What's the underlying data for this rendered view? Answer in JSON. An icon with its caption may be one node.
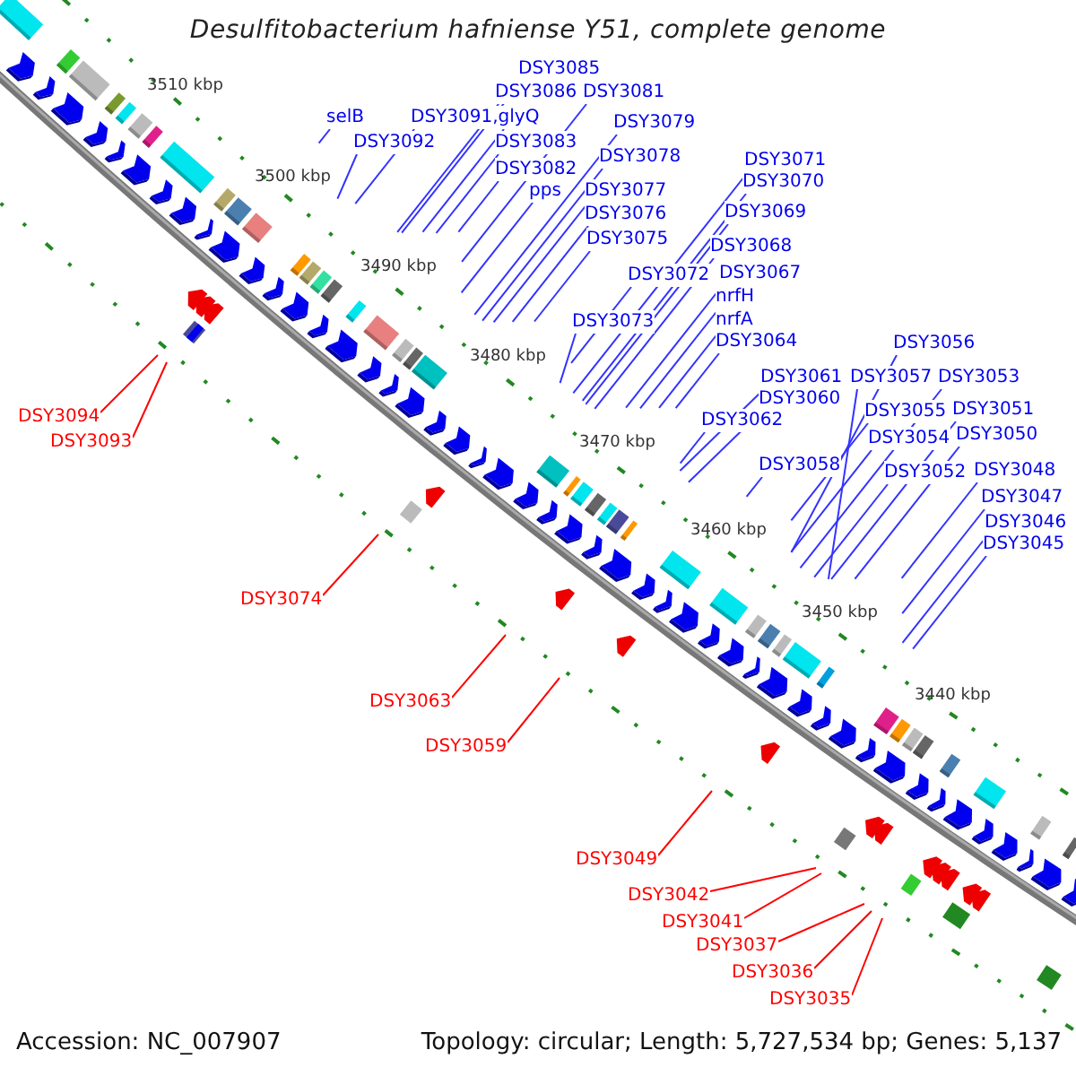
{
  "diagram": {
    "title": "Desulfitobacterium hafniense Y51, complete genome",
    "nodes": [
      {
        "text": [
          "DSY3085"
        ]
      },
      {
        "text": [
          "DSY3086"
        ]
      },
      {
        "text": [
          "DSY3081"
        ]
      },
      {
        "text": [
          "selB"
        ]
      },
      {
        "text": [
          "DSY3091,glyQ"
        ]
      },
      {
        "text": [
          "DSY3079"
        ]
      },
      {
        "text": [
          "DSY3092"
        ]
      },
      {
        "text": [
          "DSY3083"
        ]
      },
      {
        "text": [
          "DSY3078"
        ]
      },
      {
        "text": [
          "DSY3071"
        ]
      },
      {
        "text": [
          "DSY3082"
        ]
      },
      {
        "text": [
          "DSY3070"
        ]
      },
      {
        "text": [
          "pps"
        ]
      },
      {
        "text": [
          "DSY3077"
        ]
      },
      {
        "text": [
          "DSY3069"
        ]
      },
      {
        "text": [
          "DSY3076"
        ]
      },
      {
        "text": [
          "DSY3075"
        ]
      },
      {
        "text": [
          "DSY3068"
        ]
      },
      {
        "text": [
          "DSY3072"
        ]
      },
      {
        "text": [
          "DSY3067"
        ]
      },
      {
        "text": [
          "nrfH"
        ]
      },
      {
        "text": [
          "nrfA"
        ]
      },
      {
        "text": [
          "DSY3073"
        ]
      },
      {
        "text": [
          "DSY3064"
        ]
      },
      {
        "text": [
          "DSY3056"
        ]
      },
      {
        "text": [
          "DSY3061"
        ]
      },
      {
        "text": [
          "DSY3057"
        ]
      },
      {
        "text": [
          "DSY3053"
        ]
      },
      {
        "text": [
          "DSY3060"
        ]
      },
      {
        "text": [
          "DSY3055"
        ]
      },
      {
        "text": [
          "DSY3051"
        ]
      },
      {
        "text": [
          "DSY3062"
        ]
      },
      {
        "text": [
          "DSY3054"
        ]
      },
      {
        "text": [
          "DSY3050"
        ]
      },
      {
        "text": [
          "DSY3058"
        ]
      },
      {
        "text": [
          "DSY3052"
        ]
      },
      {
        "text": [
          "DSY3048"
        ]
      },
      {
        "text": [
          "DSY3047"
        ]
      },
      {
        "text": [
          "DSY3046"
        ]
      },
      {
        "text": [
          "DSY3045"
        ]
      },
      {
        "text": [
          "DSY3094"
        ]
      },
      {
        "text": [
          "DSY3093"
        ]
      },
      {
        "text": [
          "DSY3074"
        ]
      },
      {
        "text": [
          "DSY3063"
        ]
      },
      {
        "text": [
          "DSY3059"
        ]
      },
      {
        "text": [
          "DSY3049"
        ]
      },
      {
        "text": [
          "DSY3042"
        ]
      },
      {
        "text": [
          "DSY3041"
        ]
      },
      {
        "text": [
          "DSY3037"
        ]
      },
      {
        "text": [
          "DSY3036"
        ]
      },
      {
        "text": [
          "DSY3035"
        ]
      }
    ],
    "edges": [
      {
        "from": 0,
        "to": null,
        "arrow": "none"
      },
      {
        "from": 1,
        "to": null,
        "arrow": "none"
      },
      {
        "from": 2,
        "to": null,
        "arrow": "none"
      },
      {
        "from": 3,
        "to": null,
        "arrow": "none"
      },
      {
        "from": 4,
        "to": null,
        "arrow": "none"
      },
      {
        "from": 4,
        "to": null,
        "arrow": "none"
      },
      {
        "from": 5,
        "to": null,
        "arrow": "none"
      },
      {
        "from": 6,
        "to": null,
        "arrow": "none"
      },
      {
        "from": 7,
        "to": null,
        "arrow": "none"
      },
      {
        "from": 8,
        "to": null,
        "arrow": "none"
      },
      {
        "from": 9,
        "to": null,
        "arrow": "none"
      },
      {
        "from": 10,
        "to": null,
        "arrow": "none"
      },
      {
        "from": 11,
        "to": null,
        "arrow": "none"
      },
      {
        "from": 12,
        "to": null,
        "arrow": "none"
      },
      {
        "from": 13,
        "to": null,
        "arrow": "none"
      },
      {
        "from": 14,
        "to": null,
        "arrow": "none"
      },
      {
        "from": 15,
        "to": null,
        "arrow": "none"
      },
      {
        "from": 16,
        "to": null,
        "arrow": "none"
      },
      {
        "from": 17,
        "to": null,
        "arrow": "none"
      },
      {
        "from": 18,
        "to": null,
        "arrow": "none"
      },
      {
        "from": 19,
        "to": null,
        "arrow": "none"
      },
      {
        "from": 20,
        "to": null,
        "arrow": "none"
      },
      {
        "from": 21,
        "to": null,
        "arrow": "none"
      },
      {
        "from": 22,
        "to": null,
        "arrow": "none"
      },
      {
        "from": 23,
        "to": null,
        "arrow": "none"
      },
      {
        "from": 24,
        "to": null,
        "arrow": "none"
      },
      {
        "from": 25,
        "to": null,
        "arrow": "none"
      },
      {
        "from": 26,
        "to": null,
        "arrow": "none"
      },
      {
        "from": 27,
        "to": null,
        "arrow": "none"
      },
      {
        "from": 28,
        "to": null,
        "arrow": "none"
      },
      {
        "from": 29,
        "to": null,
        "arrow": "none"
      },
      {
        "from": 30,
        "to": null,
        "arrow": "none"
      },
      {
        "from": 31,
        "to": null,
        "arrow": "none"
      },
      {
        "from": 32,
        "to": null,
        "arrow": "none"
      },
      {
        "from": 33,
        "to": null,
        "arrow": "none"
      },
      {
        "from": 34,
        "to": null,
        "arrow": "none"
      },
      {
        "from": 35,
        "to": null,
        "arrow": "none"
      },
      {
        "from": 36,
        "to": null,
        "arrow": "none"
      },
      {
        "from": 37,
        "to": null,
        "arrow": "none"
      },
      {
        "from": 38,
        "to": null,
        "arrow": "none"
      },
      {
        "from": 39,
        "to": null,
        "arrow": "none"
      },
      {
        "from": 40,
        "to": null,
        "arrow": "none",
        "color": "#ff0000"
      },
      {
        "from": 41,
        "to": null,
        "arrow": "none",
        "color": "#ff0000"
      },
      {
        "from": 42,
        "to": null,
        "arrow": "none",
        "color": "#ff0000"
      },
      {
        "from": 43,
        "to": null,
        "arrow": "none",
        "color": "#ff0000"
      },
      {
        "from": 44,
        "to": null,
        "arrow": "none",
        "color": "#ff0000"
      },
      {
        "from": 45,
        "to": null,
        "arrow": "none",
        "color": "#ff0000"
      },
      {
        "from": 46,
        "to": null,
        "arrow": "none",
        "color": "#ff0000"
      },
      {
        "from": 47,
        "to": null,
        "arrow": "none",
        "color": "#ff0000"
      },
      {
        "from": 48,
        "to": null,
        "arrow": "none",
        "color": "#ff0000"
      },
      {
        "from": 49,
        "to": null,
        "arrow": "none",
        "color": "#ff0000"
      },
      {
        "from": 50,
        "to": null,
        "arrow": "none",
        "color": "#ff0000"
      }
    ],
    "labels": [
      "3510 kbp",
      "3500 kbp",
      "3490 kbp",
      "3480 kbp",
      "3470 kbp",
      "3460 kbp",
      "3450 kbp",
      "3440 kbp",
      "Accession: NC_007907",
      "Topology: circular; Length: 5,727,534 bp; Genes: 5,137"
    ]
  }
}
